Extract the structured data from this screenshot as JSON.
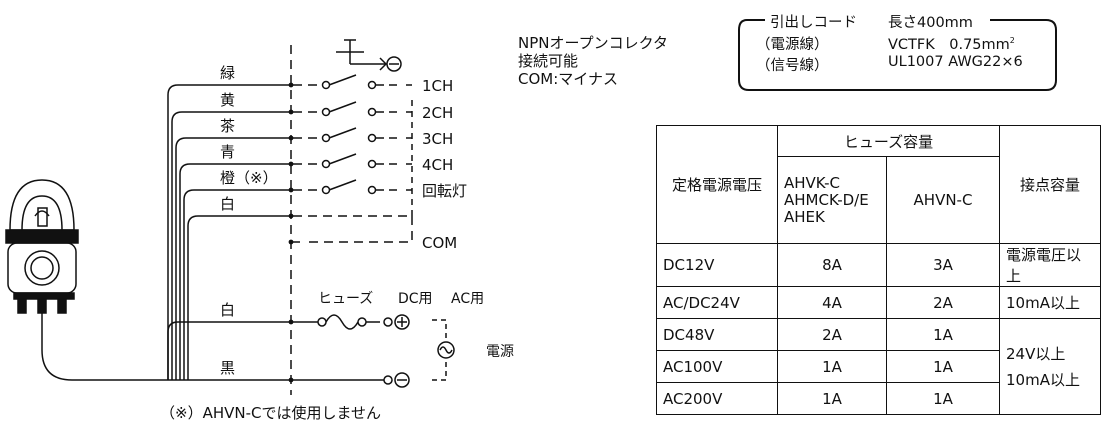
{
  "wiring": {
    "wire_colors": [
      "緑",
      "黄",
      "茶",
      "青",
      "橙（※）",
      "白"
    ],
    "channels": [
      "1CH",
      "2CH",
      "3CH",
      "4CH",
      "回転灯",
      "COM"
    ],
    "power_wire_colors": [
      "白",
      "黒"
    ],
    "fuse_label": "ヒューズ",
    "dc_label": "DC用",
    "ac_label": "AC用",
    "power_label": "電源",
    "footnote": "（※）AHVN-Cでは使用しません",
    "plus_symbol": "⊕",
    "minus_symbol": "⊖",
    "ac_symbol": "⏦"
  },
  "npn_note": [
    "NPNオープンコレクタ",
    "接続可能",
    "COM:マイナス"
  ],
  "cord": {
    "title": "引出しコード",
    "length_label": "長さ400mm",
    "rows": [
      {
        "label": "（電源線）",
        "spec": "VCTFK　0.75mm",
        "sup": "2"
      },
      {
        "label": "（信号線）",
        "spec": "UL1007 AWG22×6",
        "sup": ""
      }
    ]
  },
  "table": {
    "header_voltage": "定格電源電压",
    "header_fuse": "ヒューズ容量",
    "header_contact": "接点容量",
    "sub_col1": [
      "AHVK-C",
      "AHMCK-D/E",
      "AHEK"
    ],
    "sub_col2": "AHVN-C",
    "rows": [
      {
        "voltage": "DC12V",
        "fuse1": "8A",
        "fuse2": "3A"
      },
      {
        "voltage": "AC/DC24V",
        "fuse1": "4A",
        "fuse2": "2A"
      },
      {
        "voltage": "DC48V",
        "fuse1": "2A",
        "fuse2": "1A"
      },
      {
        "voltage": "AC100V",
        "fuse1": "1A",
        "fuse2": "1A"
      },
      {
        "voltage": "AC200V",
        "fuse1": "1A",
        "fuse2": "1A"
      }
    ],
    "contact_1": "電源電圧以上",
    "contact_2": "10mA以上",
    "contact_3": [
      "24V以上",
      "10mA以上"
    ]
  }
}
